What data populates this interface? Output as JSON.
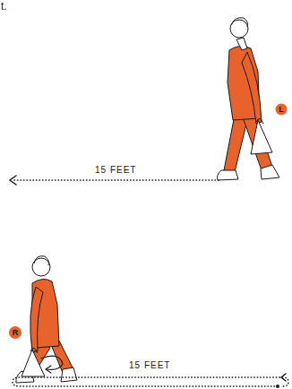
{
  "diagram": {
    "labels": [
      "t.",
      "L",
      "15 FEET",
      "R",
      "15 FEET"
    ]
  }
}
